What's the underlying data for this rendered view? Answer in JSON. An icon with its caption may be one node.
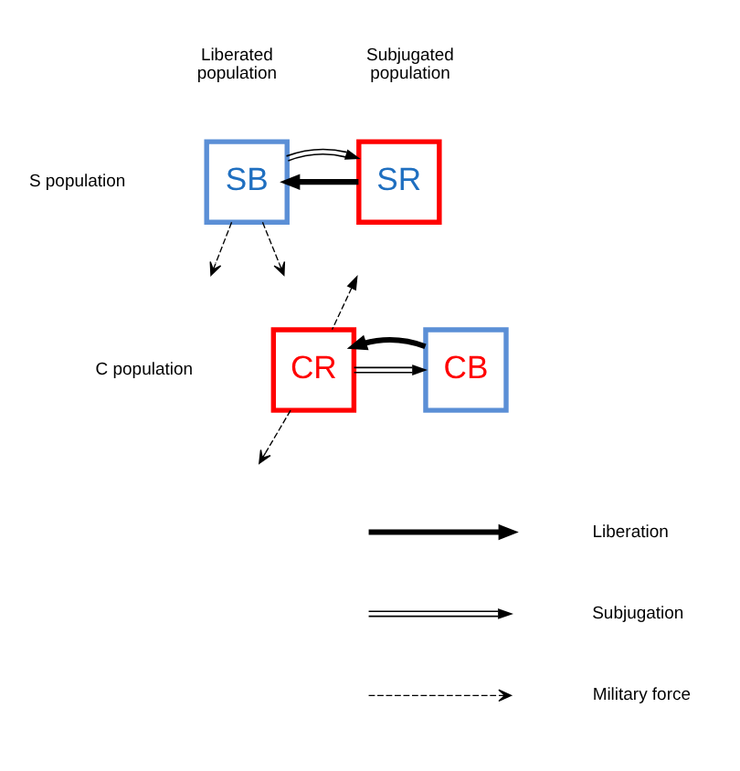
{
  "diagram": {
    "nodes": [
      {
        "text": [
          "SB"
        ]
      },
      {
        "text": [
          "SR"
        ]
      },
      {
        "text": [
          "CR"
        ]
      },
      {
        "text": [
          "CB"
        ]
      }
    ],
    "edges": [
      {
        "from": 1,
        "to": 0,
        "arrow": "to",
        "style": "thick"
      },
      {
        "from": 0,
        "to": 1,
        "arrow": "to"
      },
      {
        "from": 0,
        "to": null,
        "arrow": "to",
        "style": "dashed"
      },
      {
        "from": 0,
        "to": null,
        "arrow": "to",
        "style": "dashed"
      },
      {
        "from": 2,
        "to": 3,
        "arrow": "to"
      },
      {
        "from": 3,
        "to": 2,
        "arrow": "to",
        "style": "thick"
      },
      {
        "from": 2,
        "to": null,
        "arrow": "to",
        "style": "dashed"
      },
      {
        "from": 2,
        "to": null,
        "arrow": "to",
        "style": "dashed"
      }
    ],
    "labels": [
      "Liberated population",
      "Subjugated population",
      "S population",
      "C population"
    ],
    "legend": [
      {
        "text": "Liberation"
      },
      {
        "text": "Subjugation"
      },
      {
        "text": "Military force"
      }
    ]
  }
}
